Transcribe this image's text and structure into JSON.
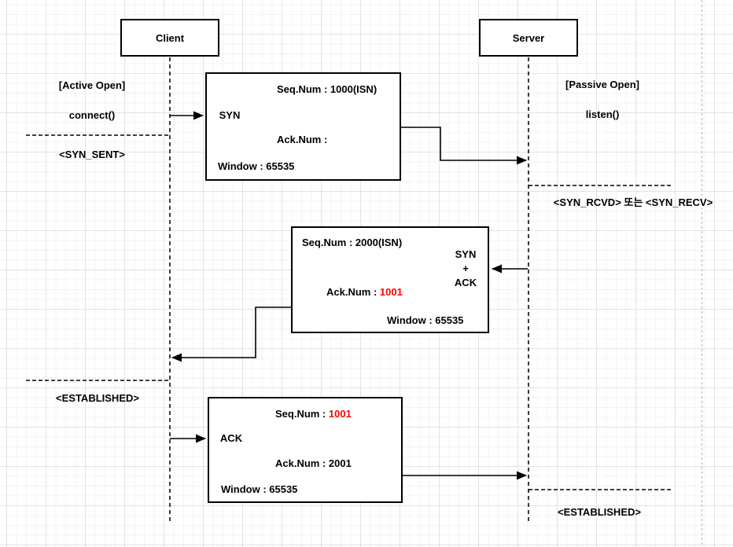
{
  "actors": {
    "client": "Client",
    "server": "Server"
  },
  "client_side": {
    "open_label": "[Active Open]",
    "call_label": "connect()",
    "state_syn_sent": "<SYN_SENT>",
    "state_established": "<ESTABLISHED>"
  },
  "server_side": {
    "open_label": "[Passive Open]",
    "call_label": "listen()",
    "state_syn_rcvd": "<SYN_RCVD> 또는 <SYN_RECV>",
    "state_established": "<ESTABLISHED>"
  },
  "messages": {
    "syn": {
      "flag": "SYN",
      "seq": "Seq.Num : 1000(ISN)",
      "ack": "Ack.Num :",
      "window": "Window : 65535"
    },
    "syn_ack": {
      "flag_line1": "SYN",
      "flag_line2": "+",
      "flag_line3": "ACK",
      "seq": "Seq.Num : 2000(ISN)",
      "ack_label": "Ack.Num : ",
      "ack_value": "1001",
      "window": "Window : 65535"
    },
    "ack": {
      "flag": "ACK",
      "seq_label": "Seq.Num : ",
      "seq_value": "1001",
      "ack": "Ack.Num : 2001",
      "window": "Window : 65535"
    }
  },
  "colors": {
    "highlight_value": "#ff0000",
    "line": "#000000",
    "lifeline": "#3d3d3d",
    "page_boundary": "#b3b3b3",
    "grid_major": "#e2e2e2",
    "grid_minor": "#f3f3f3"
  }
}
